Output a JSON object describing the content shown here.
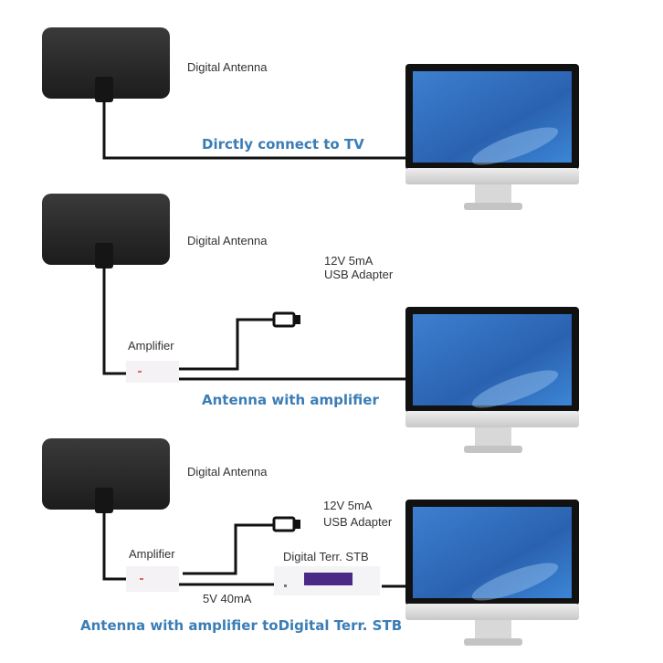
{
  "panels": [
    {
      "antenna_label": "Digital Antenna",
      "caption": "Dirctly connect to TV"
    },
    {
      "antenna_label": "Digital Antenna",
      "amplifier_label": "Amplifier",
      "power_line1": "12V 5mA",
      "power_line2": "USB Adapter",
      "caption": "Antenna with amplifier"
    },
    {
      "antenna_label": "Digital Antenna",
      "amplifier_label": "Amplifier",
      "power_line1": "12V 5mA",
      "power_line2": "USB Adapter",
      "stb_label": "Digital Terr. STB",
      "stb_power": "5V 40mA",
      "caption": "Antenna with amplifier toDigital Terr. STB"
    }
  ],
  "colors": {
    "caption": "#3b7db5",
    "screen": "#2f6fc0",
    "stb_display": "#4a2a86"
  }
}
